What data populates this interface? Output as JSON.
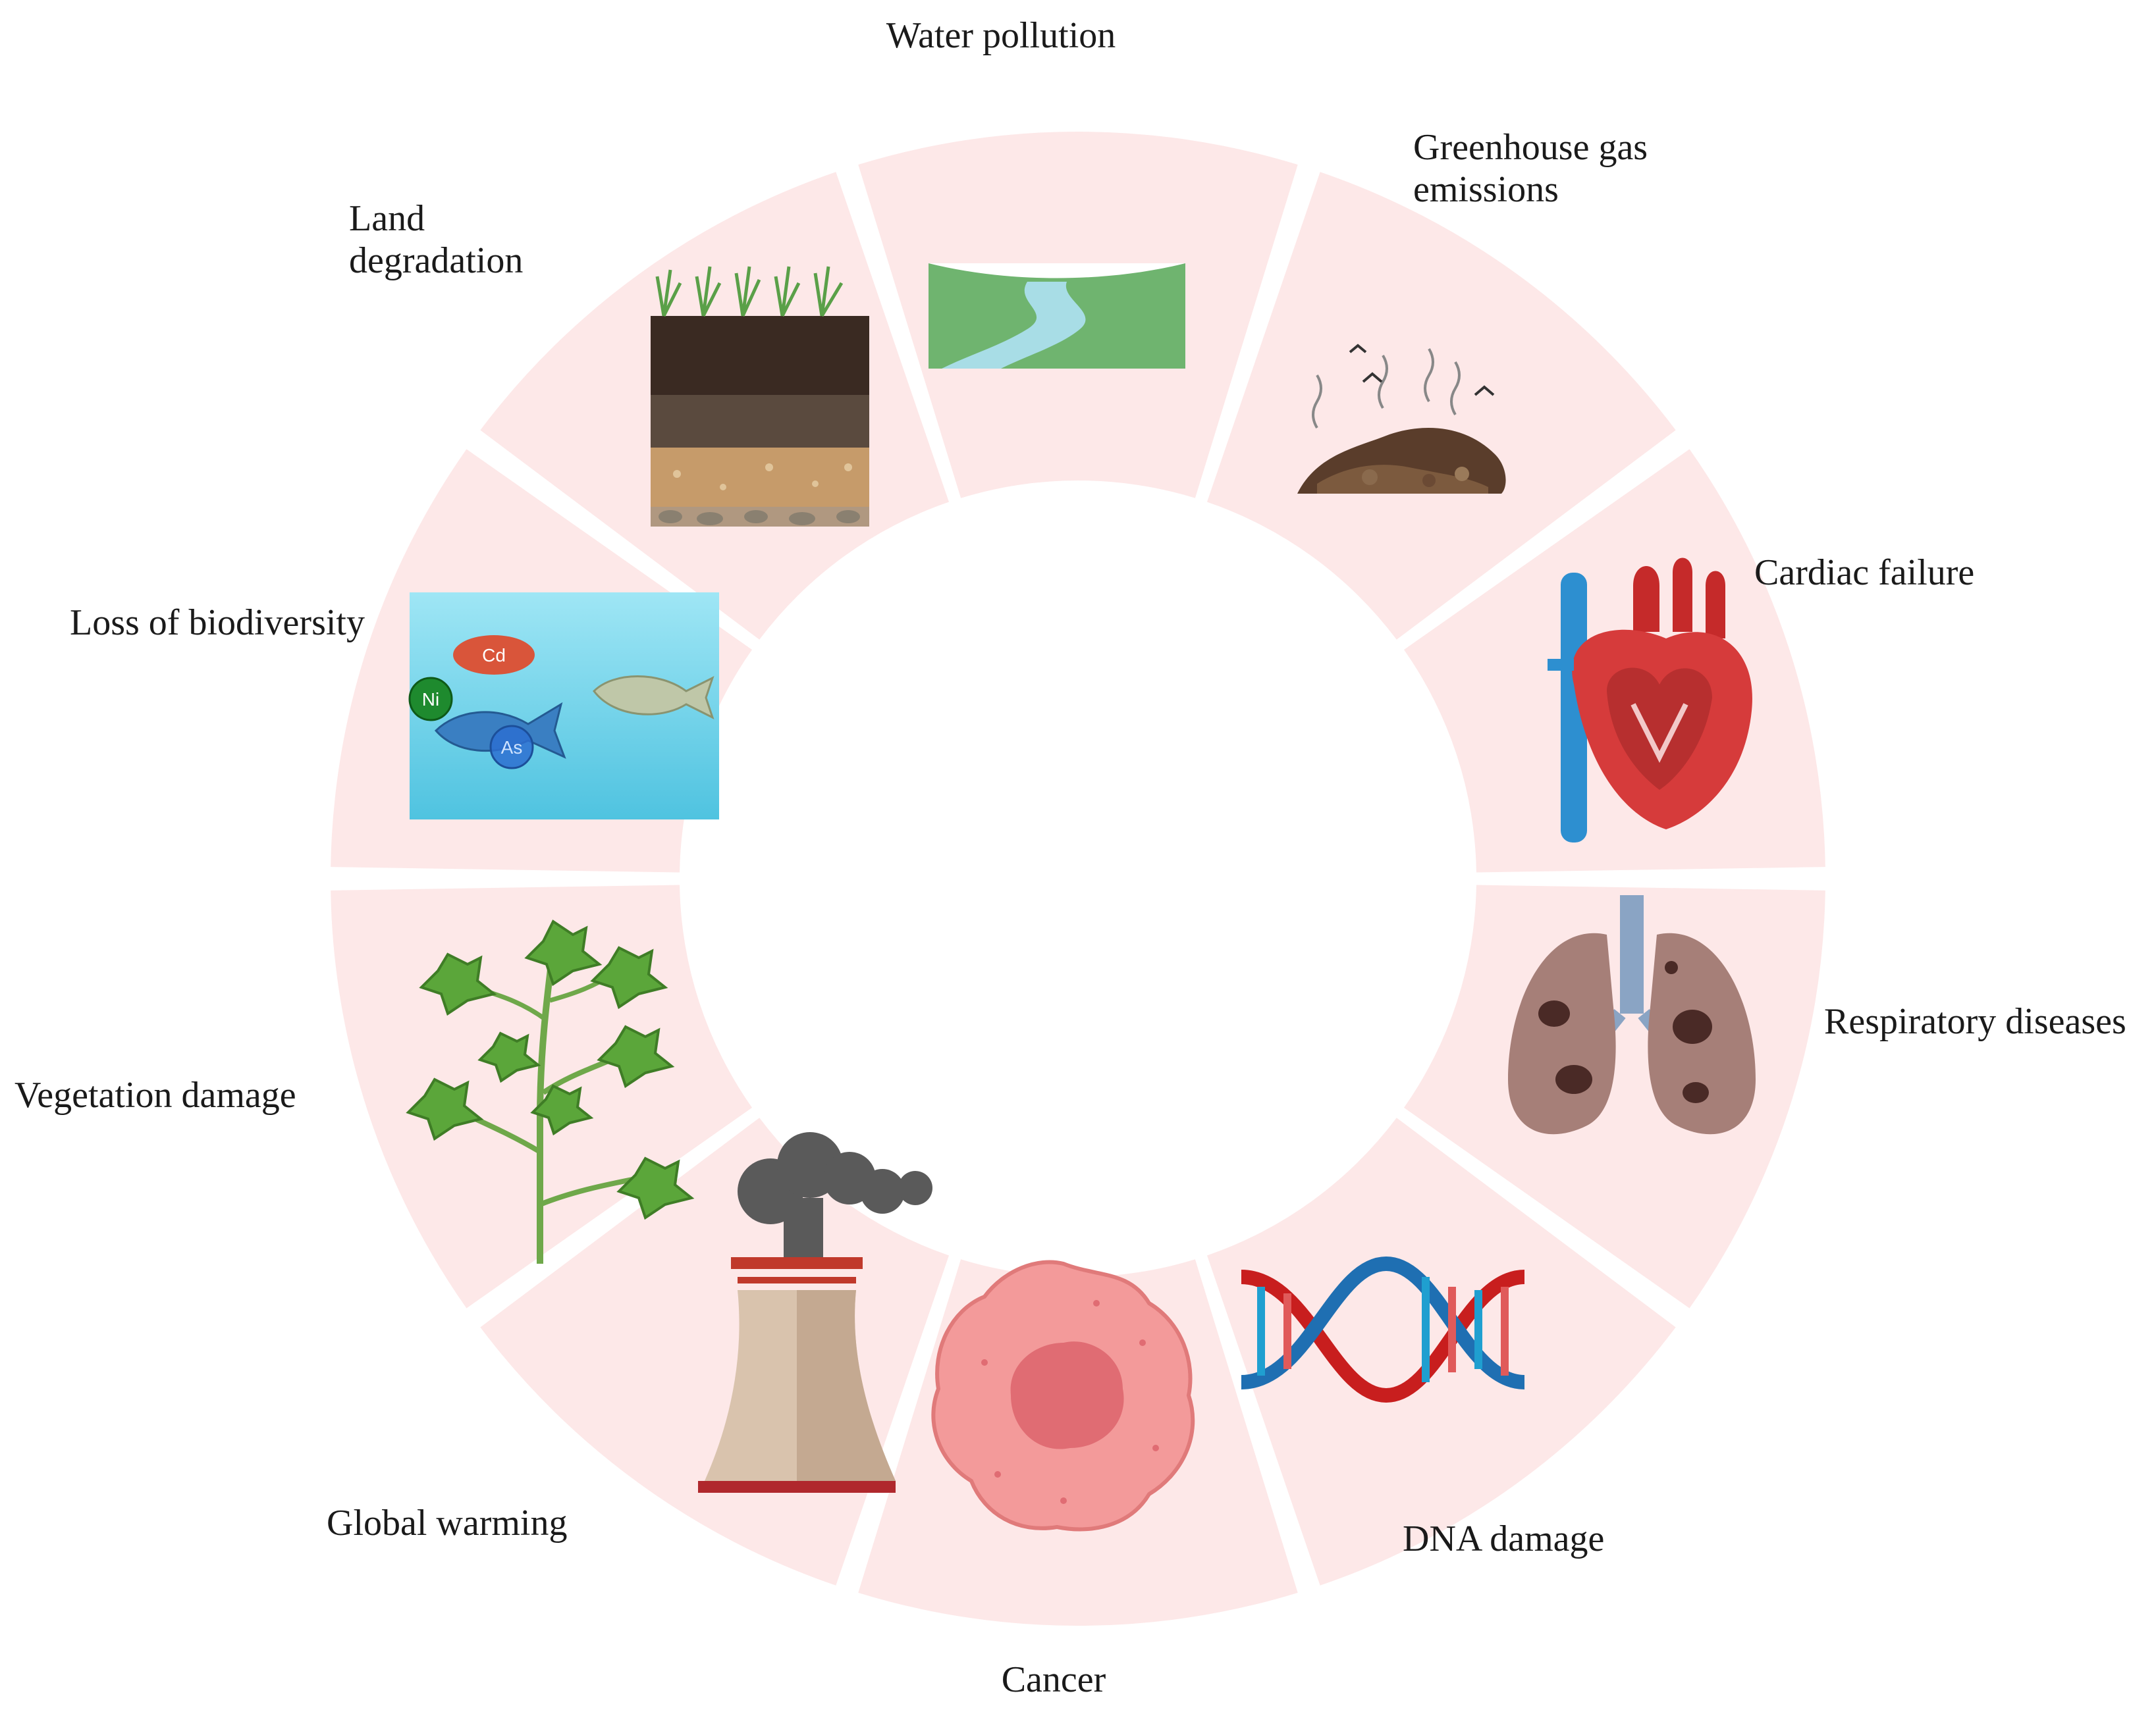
{
  "colors": {
    "segment_fill": "#fde8e8",
    "gap": "#ffffff",
    "label_text": "#1a1a1a"
  },
  "segments": [
    {
      "key": "water",
      "label_lines": [
        "Water pollution"
      ],
      "icon": "river-landscape-icon"
    },
    {
      "key": "ghg",
      "label_lines": [
        "Greenhouse gas",
        "emissions"
      ],
      "icon": "landfill-emissions-icon"
    },
    {
      "key": "cardiac",
      "label_lines": [
        "Cardiac failure"
      ],
      "icon": "heart-icon"
    },
    {
      "key": "resp",
      "label_lines": [
        "Respiratory diseases"
      ],
      "icon": "lungs-icon"
    },
    {
      "key": "dna",
      "label_lines": [
        "DNA damage"
      ],
      "icon": "dna-icon"
    },
    {
      "key": "cancer",
      "label_lines": [
        "Cancer"
      ],
      "icon": "cancer-cell-icon"
    },
    {
      "key": "warming",
      "label_lines": [
        "Global warming"
      ],
      "icon": "smokestack-icon"
    },
    {
      "key": "veg",
      "label_lines": [
        "Vegetation damage"
      ],
      "icon": "plant-icon"
    },
    {
      "key": "bio",
      "label_lines": [
        "Loss of biodiversity"
      ],
      "icon": "polluted-water-fish-icon"
    },
    {
      "key": "land",
      "label_lines": [
        "Land",
        "degradation"
      ],
      "icon": "soil-layers-icon"
    }
  ],
  "metal_badges": [
    "Cd",
    "Ni",
    "As"
  ]
}
